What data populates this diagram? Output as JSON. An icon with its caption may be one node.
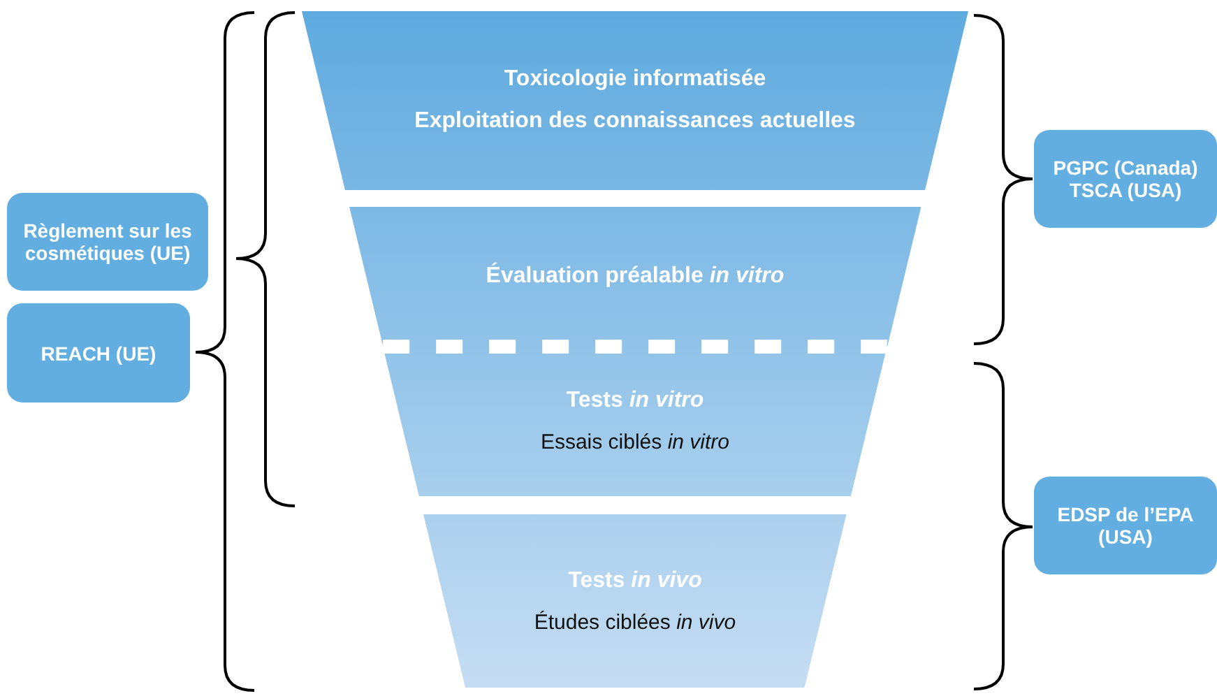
{
  "diagram": {
    "nodes": [
      {
        "text": [
          "Règlement sur les cosmétiques (UE)"
        ]
      },
      {
        "text": [
          "REACH (UE)"
        ]
      },
      {
        "text": [
          "Toxicologie informatisée",
          "Exploitation des connaissances actuelles"
        ]
      },
      {
        "text": [
          "Évaluation préalable *in vitro*"
        ]
      },
      {
        "text": [
          "Tests *in vitro*",
          "Essais ciblés *in vitro*"
        ]
      },
      {
        "text": [
          "Tests *in vivo*",
          "Études ciblées *in vivo*"
        ]
      },
      {
        "text": [
          "PGPC (Canada) TSCA (USA)"
        ]
      },
      {
        "text": [
          "EDSP de l’EPA (USA)"
        ]
      }
    ]
  }
}
